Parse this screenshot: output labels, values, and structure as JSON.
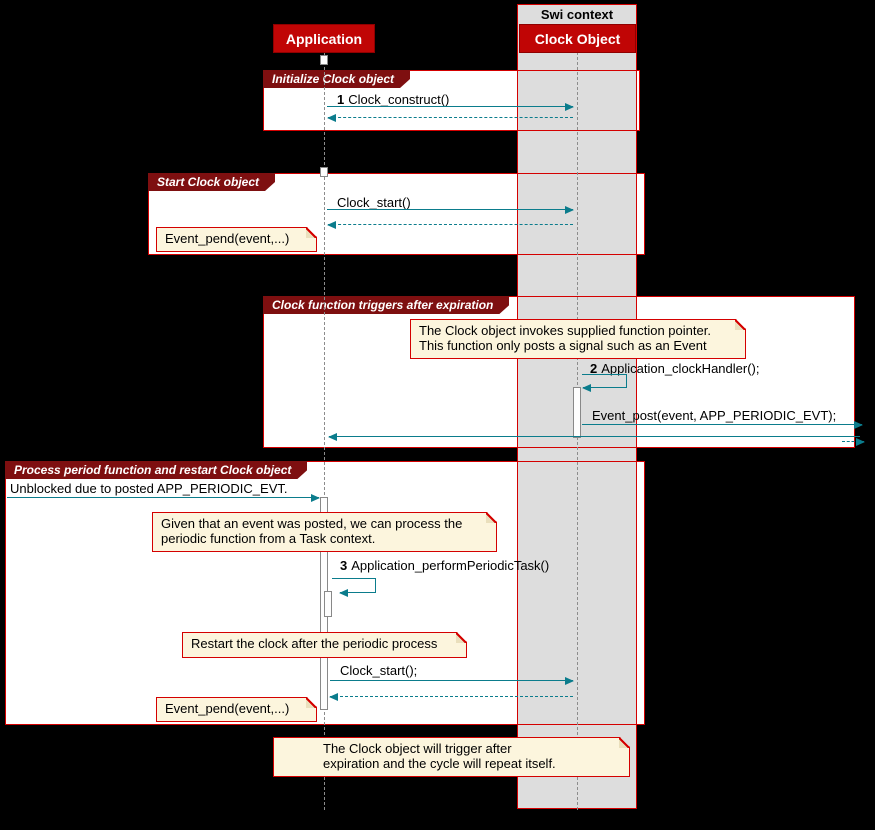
{
  "colors": {
    "background": "#000000",
    "participant_fill": "#c00505",
    "frame_border": "#d40000",
    "frame_tab_fill": "#7e0f10",
    "arrow": "#0b7c8c",
    "note_fill": "#fcf5dd",
    "swi_box_fill": "#dddddd",
    "lifeline": "#8c8c8c"
  },
  "swi_context": {
    "title": "Swi context"
  },
  "participants": {
    "application": "Application",
    "clock_object": "Clock Object"
  },
  "frames": {
    "initialize": {
      "title": "Initialize Clock object",
      "construct_num": "1",
      "construct_label": "Clock_construct()"
    },
    "start": {
      "title": "Start Clock object",
      "start_label": "Clock_start()",
      "event_pend_note": "Event_pend(event,...)"
    },
    "trigger": {
      "title": "Clock function triggers after expiration",
      "note_line1": "The Clock object invokes supplied function pointer.",
      "note_line2": "This function only posts a signal such as an Event",
      "handler_num": "2",
      "handler_label": "Application_clockHandler();",
      "event_post_label": "Event_post(event, APP_PERIODIC_EVT);"
    },
    "process": {
      "title": "Process period function and restart Clock object",
      "unblocked_label": "Unblocked due to posted APP_PERIODIC_EVT.",
      "note_line1": "Given that an event was posted, we can process the",
      "note_line2": "periodic function from a Task context.",
      "perform_num": "3",
      "perform_label": "Application_performPeriodicTask()",
      "restart_note": "Restart the clock after the periodic process",
      "clock_start_label": "Clock_start();",
      "event_pend_note": "Event_pend(event,...)"
    }
  },
  "bottom_note": {
    "line1": "The Clock object will trigger after",
    "line2": "expiration and the cycle will repeat itself."
  }
}
